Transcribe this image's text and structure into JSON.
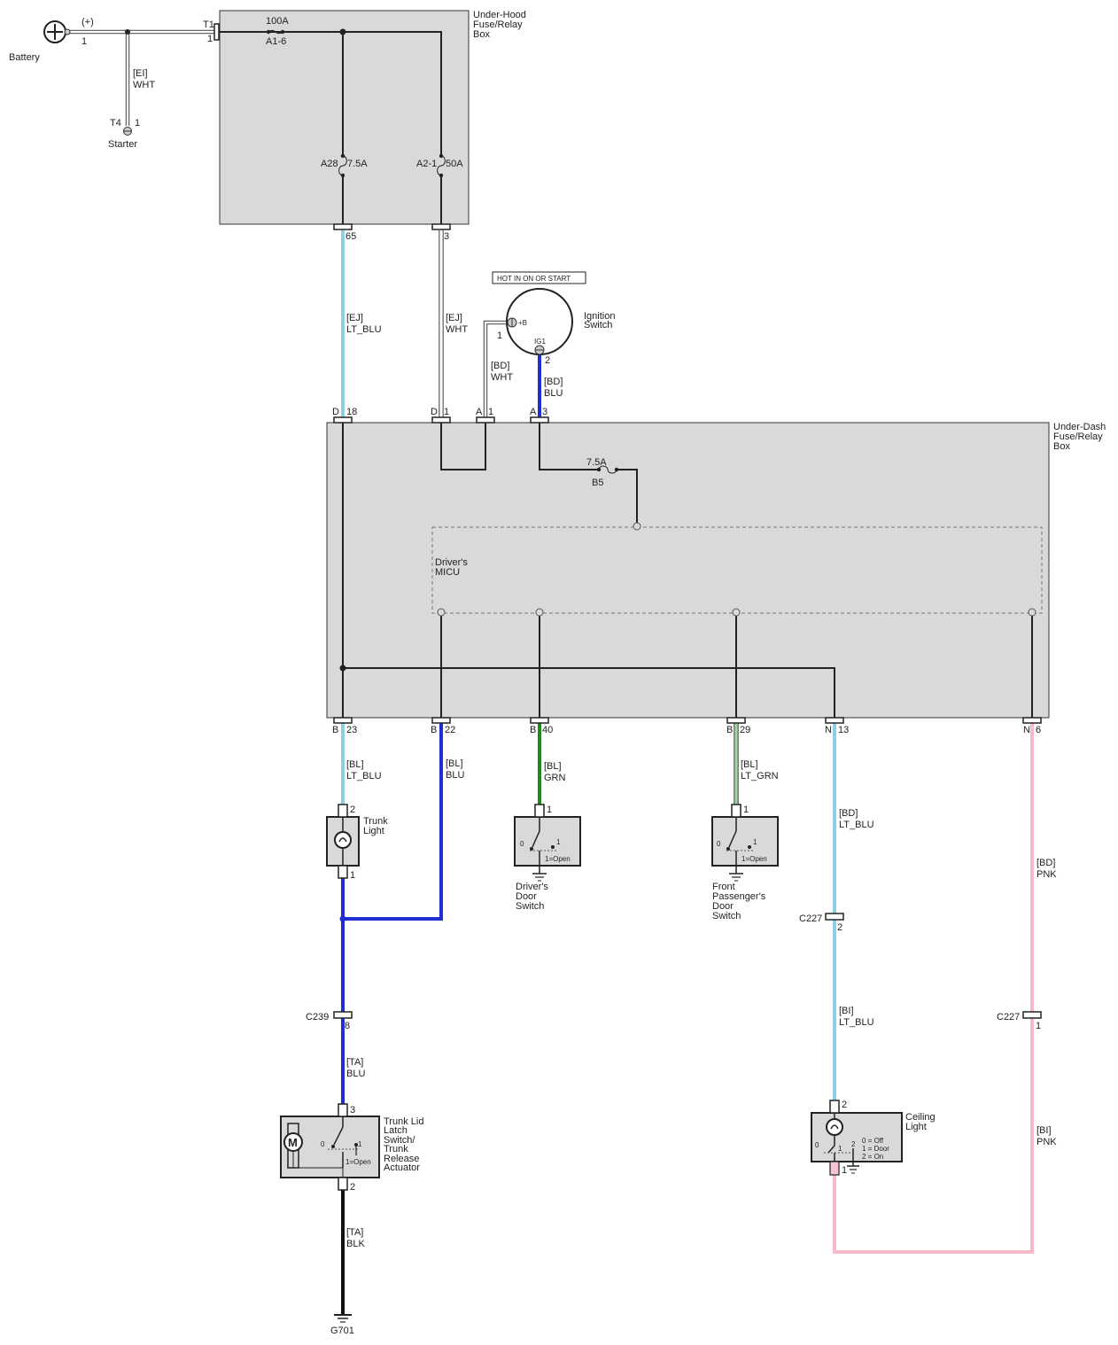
{
  "components": {
    "battery": {
      "label": "Battery",
      "polarity": "(+)",
      "pin": "1"
    },
    "starter": {
      "label": "Starter",
      "terminal": "T4",
      "pin": "1"
    },
    "under_hood_box": {
      "label_lines": [
        "Under-Hood",
        "Fuse/Relay",
        "Box"
      ],
      "terminal_T1": "T1",
      "terminal_T1_pin": "1"
    },
    "under_dash_box": {
      "label_lines": [
        "Under-Dash",
        "Fuse/Relay",
        "Box"
      ]
    },
    "micu": {
      "label_lines": [
        "Driver's",
        "MICU"
      ]
    },
    "ignition_switch": {
      "label_lines": [
        "Ignition",
        "Switch"
      ],
      "hot_label": "HOT IN ON OR START",
      "term_b": "+B",
      "term_ig1": "IG1",
      "pin_b": "1",
      "pin_ig1": "2"
    },
    "trunk_light": {
      "label_lines": [
        "Trunk",
        "Light"
      ],
      "pin_top": "2",
      "pin_bottom": "1"
    },
    "drivers_door_switch": {
      "label_lines": [
        "Driver's",
        "Door",
        "Switch"
      ],
      "pin": "1",
      "pos0": "0",
      "pos1": "1",
      "note": "1=Open"
    },
    "front_pass_door_switch": {
      "label_lines": [
        "Front",
        "Passenger's",
        "Door",
        "Switch"
      ],
      "pin": "1",
      "pos0": "0",
      "pos1": "1",
      "note": "1=Open"
    },
    "trunk_lid_actuator": {
      "label_lines": [
        "Trunk Lid",
        "Latch",
        "Switch/",
        "Trunk",
        "Release",
        "Actuator"
      ],
      "pin_top": "3",
      "pin_bottom": "2",
      "pos0": "0",
      "pos1": "1",
      "note": "1=Open",
      "motor": "M"
    },
    "ceiling_light": {
      "label_lines": [
        "Ceiling",
        "Light"
      ],
      "pin_top": "2",
      "pin_bottom": "1",
      "pos0": "0",
      "pos1": "1",
      "pos2": "2",
      "legend": [
        "0 = Off",
        "1 = Door",
        "2 = On"
      ]
    },
    "ground_g701": {
      "label": "G701"
    }
  },
  "fuses": {
    "main": {
      "amps": "100A",
      "id": "A1-6"
    },
    "a28": {
      "id": "A28",
      "amps": "7.5A"
    },
    "a21": {
      "id": "A2-1",
      "amps": "50A"
    },
    "b5": {
      "amps": "7.5A",
      "id": "B5"
    }
  },
  "pins": {
    "uh_65": "65",
    "uh_3": "3",
    "ud_d18": [
      "D",
      "18"
    ],
    "ud_d1": [
      "D",
      "1"
    ],
    "ud_a1": [
      "A",
      "1"
    ],
    "ud_a3": [
      "A",
      "3"
    ],
    "ud_b23": [
      "B",
      "23"
    ],
    "ud_b22": [
      "B",
      "22"
    ],
    "ud_b40": [
      "B",
      "40"
    ],
    "ud_b29": [
      "B",
      "29"
    ],
    "ud_n13": [
      "N",
      "13"
    ],
    "ud_n6": [
      "N",
      "6"
    ]
  },
  "connectors": {
    "c239": {
      "name": "C239",
      "pin": "8"
    },
    "c227_a": {
      "name": "C227",
      "pin": "2"
    },
    "c227_b": {
      "name": "C227",
      "pin": "1"
    }
  },
  "wires": {
    "starter_feed": {
      "harness": "[EI]",
      "color": "WHT"
    },
    "uh65_to_d18": {
      "harness": "[EJ]",
      "color": "LT_BLU"
    },
    "uh3_to_d1": {
      "harness": "[EJ]",
      "color": "WHT"
    },
    "a1_to_ign": {
      "harness": "[BD]",
      "color": "WHT"
    },
    "ign_to_a3": {
      "harness": "[BD]",
      "color": "BLU"
    },
    "b23_trunk": {
      "harness": "[BL]",
      "color": "LT_BLU"
    },
    "b22": {
      "harness": "[BL]",
      "color": "BLU"
    },
    "b40": {
      "harness": "[BL]",
      "color": "GRN"
    },
    "b29": {
      "harness": "[BL]",
      "color": "LT_GRN"
    },
    "n13_upper": {
      "harness": "[BD]",
      "color": "LT_BLU"
    },
    "n13_lower": {
      "harness": "[BI]",
      "color": "LT_BLU"
    },
    "n6_upper": {
      "harness": "[BD]",
      "color": "PNK"
    },
    "n6_lower": {
      "harness": "[BI]",
      "color": "PNK"
    },
    "to_actuator": {
      "harness": "[TA]",
      "color": "BLU"
    },
    "to_ground": {
      "harness": "[TA]",
      "color": "BLK"
    }
  },
  "wire_colors": {
    "WHT": "#ffffff",
    "LT_BLU": "#8ecfe6",
    "BLU": "#1f2fd0",
    "GRN": "#1e8a1e",
    "LT_GRN": "#9fd89f",
    "PNK": "#f7b8c8",
    "BLK": "#111111",
    "outline": "#555555",
    "box_fill": "#d9d9d9"
  }
}
